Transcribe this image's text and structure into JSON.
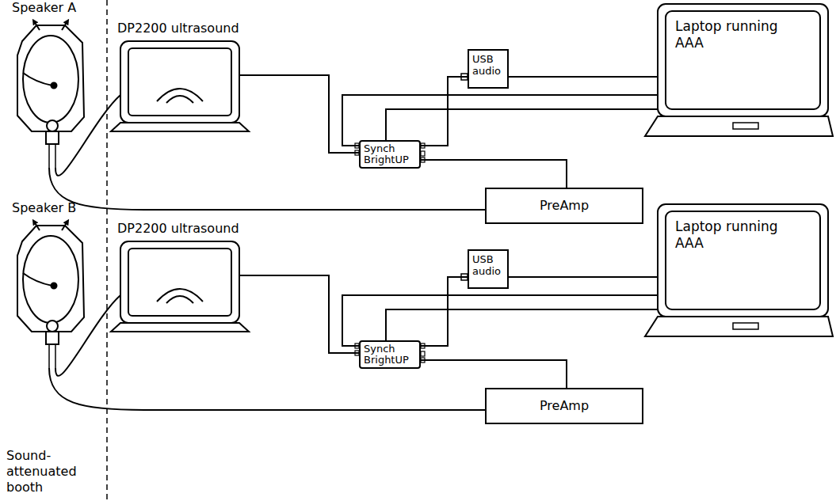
{
  "diagram": {
    "nodes": [
      {
        "text": [
          "Speaker A"
        ]
      },
      {
        "text": [
          "DP2200 ultrasound"
        ]
      },
      {
        "text": [
          "USB audio"
        ]
      },
      {
        "text": [
          "Laptop running AAA"
        ]
      },
      {
        "text": [
          "Synch BrightUP"
        ]
      },
      {
        "text": [
          "PreAmp"
        ]
      },
      {
        "text": [
          "Speaker B"
        ]
      },
      {
        "text": [
          "DP2200 ultrasound"
        ]
      },
      {
        "text": [
          "USB audio"
        ]
      },
      {
        "text": [
          "Laptop running AAA"
        ]
      },
      {
        "text": [
          "Synch BrightUP"
        ]
      },
      {
        "text": [
          "PreAmp"
        ]
      }
    ],
    "edges": [
      {
        "from": 0,
        "to": 1,
        "arrow": "none"
      },
      {
        "from": 1,
        "to": 4,
        "arrow": "none"
      },
      {
        "from": 4,
        "to": 2,
        "arrow": "none"
      },
      {
        "from": 2,
        "to": 3,
        "arrow": "none"
      },
      {
        "from": 3,
        "to": 4,
        "arrow": "none"
      },
      {
        "from": 3,
        "to": 4,
        "arrow": "none"
      },
      {
        "from": 4,
        "to": 5,
        "arrow": "none"
      },
      {
        "from": 0,
        "to": 5,
        "arrow": "none"
      },
      {
        "from": 6,
        "to": 7,
        "arrow": "none"
      },
      {
        "from": 7,
        "to": 10,
        "arrow": "none"
      },
      {
        "from": 10,
        "to": 8,
        "arrow": "none"
      },
      {
        "from": 8,
        "to": 9,
        "arrow": "none"
      },
      {
        "from": 9,
        "to": 10,
        "arrow": "none"
      },
      {
        "from": 9,
        "to": 10,
        "arrow": "none"
      },
      {
        "from": 10,
        "to": 11,
        "arrow": "none"
      },
      {
        "from": 6,
        "to": 11,
        "arrow": "none"
      }
    ],
    "labels": [
      "Sound- attenuated booth"
    ]
  }
}
